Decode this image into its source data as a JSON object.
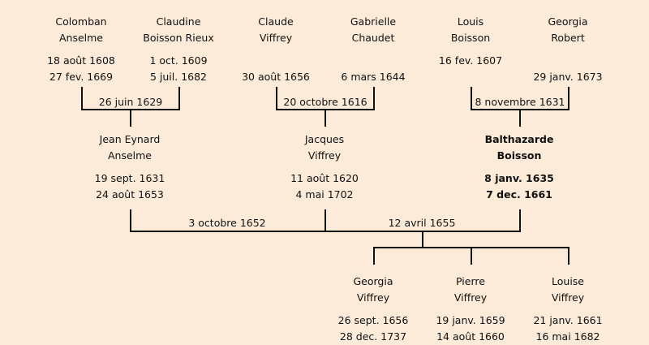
{
  "generation1": [
    {
      "first": "Colomban",
      "last": "Anselme",
      "birth": "18 août 1608",
      "death": "27 fev. 1669"
    },
    {
      "first": "Claudine",
      "last": "Boisson Rieux",
      "birth": "1 oct. 1609",
      "death": "5 juil. 1682"
    },
    {
      "first": "Claude",
      "last": "Viffrey",
      "birth": "",
      "death": "30 août 1656"
    },
    {
      "first": "Gabrielle",
      "last": "Chaudet",
      "birth": "",
      "death": "6 mars 1644"
    },
    {
      "first": "Louis",
      "last": "Boisson",
      "birth": "16 fev. 1607",
      "death": ""
    },
    {
      "first": "Georgia",
      "last": "Robert",
      "birth": "",
      "death": "29 janv. 1673"
    }
  ],
  "marriages1": [
    "26 juin 1629",
    "20 octobre 1616",
    "8 novembre 1631"
  ],
  "generation2": [
    {
      "first": "Jean Eynard",
      "last": "Anselme",
      "birth": "19 sept. 1631",
      "death": "24 août 1653"
    },
    {
      "first": "Jacques",
      "last": "Viffrey",
      "birth": "11 août 1620",
      "death": "4 mai 1702"
    },
    {
      "first": "Balthazarde",
      "last": "Boisson",
      "birth": "8 janv. 1635",
      "death": "7 dec. 1661",
      "highlighted": true
    }
  ],
  "marriages2": [
    "3 octobre 1652",
    "12 avril 1655"
  ],
  "generation3": [
    {
      "first": "Georgia",
      "last": "Viffrey",
      "birth": "26 sept. 1656",
      "death": "28 dec. 1737"
    },
    {
      "first": "Pierre",
      "last": "Viffrey",
      "birth": "19 janv. 1659",
      "death": "14 août 1660"
    },
    {
      "first": "Louise",
      "last": "Viffrey",
      "birth": "21 janv. 1661",
      "death": "16 mai 1682"
    }
  ]
}
